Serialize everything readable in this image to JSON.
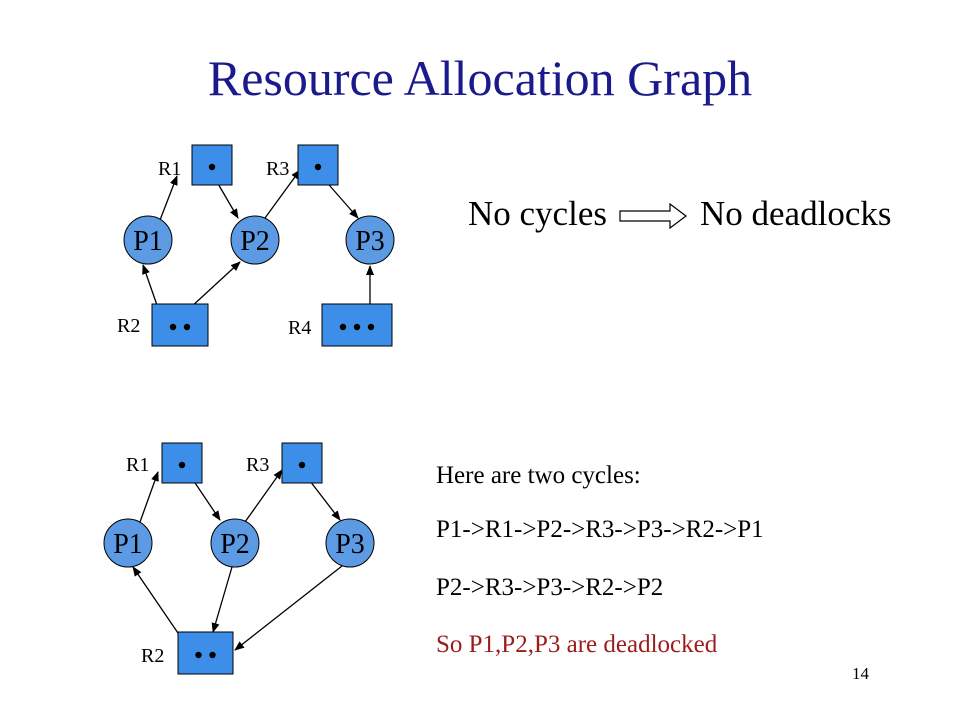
{
  "title": "Resource Allocation Graph",
  "page_number": "14",
  "colors": {
    "title": "#1a1a8c",
    "node_fill": "#5c9be3",
    "resource_fill": "#3d8ee8",
    "conclusion": "#9c1c1c",
    "edge": "#000000"
  },
  "graph_top": {
    "processes": [
      {
        "id": "P1",
        "label": "P1"
      },
      {
        "id": "P2",
        "label": "P2"
      },
      {
        "id": "P3",
        "label": "P3"
      }
    ],
    "resources": [
      {
        "id": "R1",
        "label": "R1",
        "instances": 1
      },
      {
        "id": "R2",
        "label": "R2",
        "instances": 2
      },
      {
        "id": "R3",
        "label": "R3",
        "instances": 1
      },
      {
        "id": "R4",
        "label": "R4",
        "instances": 3
      }
    ],
    "edges": [
      {
        "from": "P1",
        "to": "R1"
      },
      {
        "from": "R1",
        "to": "P2"
      },
      {
        "from": "R2",
        "to": "P1"
      },
      {
        "from": "R2",
        "to": "P2"
      },
      {
        "from": "P2",
        "to": "R3"
      },
      {
        "from": "R3",
        "to": "P3"
      },
      {
        "from": "R4",
        "to": "P3"
      }
    ]
  },
  "graph_bottom": {
    "processes": [
      {
        "id": "P1",
        "label": "P1"
      },
      {
        "id": "P2",
        "label": "P2"
      },
      {
        "id": "P3",
        "label": "P3"
      }
    ],
    "resources": [
      {
        "id": "R1",
        "label": "R1",
        "instances": 1
      },
      {
        "id": "R2",
        "label": "R2",
        "instances": 2
      },
      {
        "id": "R3",
        "label": "R3",
        "instances": 1
      }
    ],
    "edges": [
      {
        "from": "P1",
        "to": "R1"
      },
      {
        "from": "R1",
        "to": "P2"
      },
      {
        "from": "P2",
        "to": "R3"
      },
      {
        "from": "R3",
        "to": "P3"
      },
      {
        "from": "R2",
        "to": "P1"
      },
      {
        "from": "P2",
        "to": "R2"
      },
      {
        "from": "P3",
        "to": "R2"
      }
    ]
  },
  "top_note": {
    "left": "No cycles",
    "right": "No deadlocks"
  },
  "bottom_notes": {
    "intro": "Here are two cycles:",
    "cycle_1": "P1->R1->P2->R3->P3->R2->P1",
    "cycle_2": "P2->R3->P3->R2->P2",
    "conclusion": "So P1,P2,P3 are deadlocked"
  }
}
